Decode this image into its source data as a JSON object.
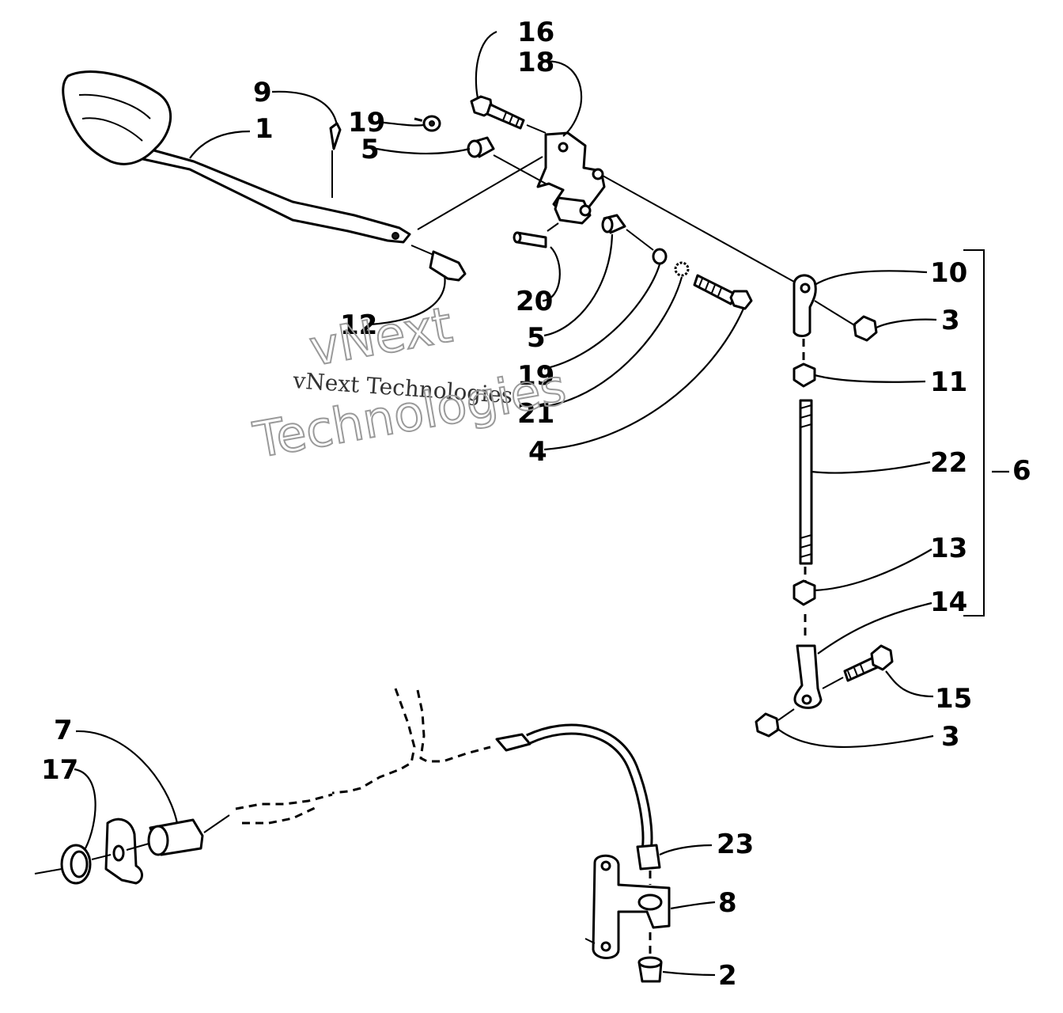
{
  "diagram": {
    "watermark": {
      "line_small": "vNext Technologies",
      "line_big_1": "vNext",
      "line_big_2": "Technologies"
    },
    "callouts": {
      "c1": "1",
      "c2": "2",
      "c3a": "3",
      "c3b": "3",
      "c4": "4",
      "c5a": "5",
      "c5b": "5",
      "c6": "6",
      "c7": "7",
      "c8": "8",
      "c9": "9",
      "c10": "10",
      "c11": "11",
      "c12": "12",
      "c13": "13",
      "c14": "14",
      "c15": "15",
      "c16": "16",
      "c17": "17",
      "c18": "18",
      "c19a": "19",
      "c19b": "19",
      "c20": "20",
      "c21": "21",
      "c22": "22",
      "c23": "23"
    }
  }
}
